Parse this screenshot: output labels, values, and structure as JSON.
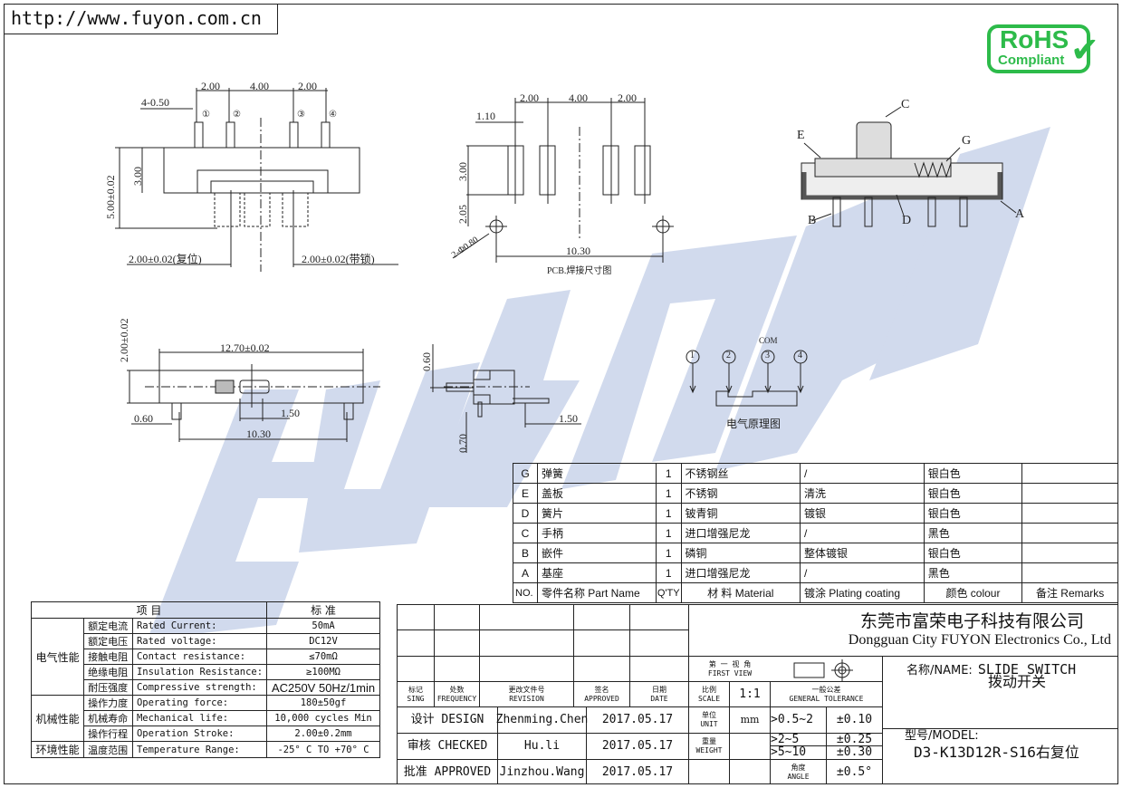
{
  "header": {
    "url": "http://www.fuyon.com.cn",
    "rohs_line1": "RoHS",
    "rohs_line2": "Compliant",
    "rohs_color": "#2dbb4a",
    "watermark": "FUYON富荣",
    "watermark_color": "#c9d4ea"
  },
  "front_view": {
    "pin_width": "4-0.50",
    "pitch_left": "2.00",
    "pitch_mid": "4.00",
    "pitch_right": "2.00",
    "pins": [
      "①",
      "②",
      "③",
      "④"
    ],
    "body_height": "3.00",
    "total_height": "5.00±0.02",
    "travel_reset": "2.00±0.02(复位)",
    "travel_lock": "2.00±0.02(带锁)"
  },
  "pcb_layout": {
    "pitch_left": "2.00",
    "pitch_mid": "4.00",
    "pitch_right": "2.00",
    "pad_width": "1.10",
    "pad_height": "3.00",
    "hole_offset": "2.05",
    "hole_dia": "2-Φ0.80",
    "hole_span": "10.30",
    "caption": "PCB.焊接尺寸图"
  },
  "section_view": {
    "labels": [
      "A",
      "B",
      "C",
      "D",
      "E",
      "G"
    ]
  },
  "top_view": {
    "height": "2.00±0.02",
    "length": "12.70±0.02",
    "knob_width": "1.50",
    "leg_width": "0.60",
    "leg_span": "10.30"
  },
  "side_view": {
    "thickness": "0.60",
    "pin_len": "0.70",
    "lead_len": "1.50"
  },
  "schematic": {
    "com_label": "COM",
    "pins": [
      "1",
      "2",
      "3",
      "4"
    ],
    "caption": "电气原理图"
  },
  "parts_table": {
    "header": [
      "NO.",
      "零件名称  Part Name",
      "Q'TY",
      "材 料  Material",
      "镀涂  Plating coating",
      "颜色   colour",
      "备注  Remarks"
    ],
    "rows": [
      {
        "no": "G",
        "name": "弹簧",
        "qty": "1",
        "material": "不锈钢丝",
        "plating": "/",
        "colour": "银白色",
        "remarks": ""
      },
      {
        "no": "E",
        "name": "盖板",
        "qty": "1",
        "material": "不锈钢",
        "plating": "清洗",
        "colour": "银白色",
        "remarks": ""
      },
      {
        "no": "D",
        "name": "簧片",
        "qty": "1",
        "material": "铍青铜",
        "plating": "镀银",
        "colour": "银白色",
        "remarks": ""
      },
      {
        "no": "C",
        "name": "手柄",
        "qty": "1",
        "material": "进口增强尼龙",
        "plating": "/",
        "colour": "黑色",
        "remarks": ""
      },
      {
        "no": "B",
        "name": "嵌件",
        "qty": "1",
        "material": "磷铜",
        "plating": "整体镀银",
        "colour": "银白色",
        "remarks": ""
      },
      {
        "no": "A",
        "name": "基座",
        "qty": "1",
        "material": "进口增强尼龙",
        "plating": "/",
        "colour": "黑色",
        "remarks": ""
      }
    ]
  },
  "spec_table": {
    "header_item": "项    目",
    "header_std": "标    准",
    "groups": [
      {
        "category": "电气性能",
        "rows": [
          {
            "zh": "额定电流",
            "en": "Rated Current:",
            "value": "50mA"
          },
          {
            "zh": "额定电压",
            "en": "Rated voltage:",
            "value": "DC12V"
          },
          {
            "zh": "接触电阻",
            "en": "Contact resistance:",
            "value": "≤70mΩ"
          },
          {
            "zh": "绝缘电阻",
            "en": "Insulation Resistance:",
            "value": "≥100MΩ"
          },
          {
            "zh": "耐压强度",
            "en": "Compressive strength:",
            "value": "AC250V   50Hz/1min"
          }
        ]
      },
      {
        "category": "机械性能",
        "rows": [
          {
            "zh": "操作力度",
            "en": "Operating force:",
            "value": "180±50gf"
          },
          {
            "zh": "机械寿命",
            "en": "Mechanical life:",
            "value": "10,000 cycles Min"
          },
          {
            "zh": "操作行程",
            "en": "Operation Stroke:",
            "value": "2.00±0.2mm"
          }
        ]
      },
      {
        "category": "环境性能",
        "rows": [
          {
            "zh": "温度范围",
            "en": "Temperature Range:",
            "value": "-25° C TO +70° C"
          }
        ]
      }
    ]
  },
  "title_block": {
    "revision_header": {
      "sing_zh": "标记",
      "sing_en": "SING",
      "freq_zh": "处数",
      "freq_en": "FREQUENCY",
      "rev_zh": "更改文件号",
      "rev_en": "REVISION",
      "appr_zh": "签名",
      "appr_en": "APPROVED",
      "date_zh": "日期",
      "date_en": "DATE"
    },
    "signoffs": [
      {
        "role": "设计 DESIGN",
        "name": "Zhenming.Chen",
        "date": "2017.05.17"
      },
      {
        "role": "审核 CHECKED",
        "name": "Hu.li",
        "date": "2017.05.17"
      },
      {
        "role": "批准 APPROVED",
        "name": "Jinzhou.Wang",
        "date": "2017.05.17"
      }
    ],
    "company_zh": "东莞市富荣电子科技有限公司",
    "company_en": "Dongguan City FUYON Electronics Co., Ltd",
    "view_zh": "第 一 视 角",
    "view_en": "FIRST VIEW",
    "scale_zh": "比例",
    "scale_en": "SCALE",
    "scale": "1:1",
    "unit_zh": "单位",
    "unit_en": "UNIT",
    "unit": "mm",
    "weight_zh": "重量",
    "weight_en": "WEIGHT",
    "weight": "",
    "tolerance_zh": "一般公差",
    "tolerance_en": "GENERAL TOLERANCE",
    "tolerances": [
      {
        "range": ">0.5~2",
        "value": "±0.10"
      },
      {
        "range": ">2~5",
        "value": "±0.25"
      },
      {
        "range": ">5~10",
        "value": "±0.30"
      },
      {
        "range_zh": "角度",
        "range": "ANGLE",
        "value": "±0.5°"
      }
    ],
    "name_label": "名称/NAME:",
    "name_en": "SLIDE SWITCH",
    "name_zh": "拨动开关",
    "model_label": "型号/MODEL:",
    "model": "D3-K13D12R-S16右复位"
  }
}
